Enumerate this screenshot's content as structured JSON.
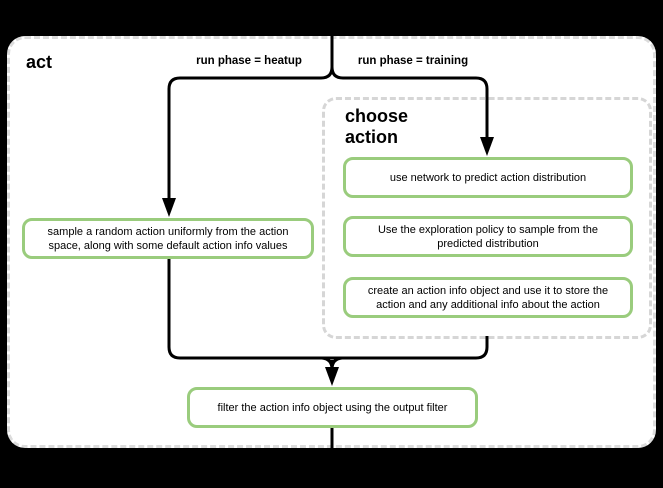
{
  "diagram": {
    "function_label": "act",
    "branches": {
      "left_label": "run phase = heatup",
      "right_label": "run phase = training"
    },
    "nodes": {
      "sample_random": "sample a random action uniformly from the action space, along with some default action info values",
      "filter_output": "filter the action info object using the output filter"
    },
    "group": {
      "title": "choose action",
      "steps": [
        "use network to predict action distribution",
        "Use the exploration policy to sample from the predicted distribution",
        "create an action info object and use it to store the action and any additional info about the action"
      ]
    },
    "colors": {
      "page_background": "#000000",
      "canvas_background": "#ffffff",
      "node_border_green": "#9acc7d",
      "edge_line_black": "#000000",
      "dashed_border_gray": "#d9d9d9"
    }
  }
}
